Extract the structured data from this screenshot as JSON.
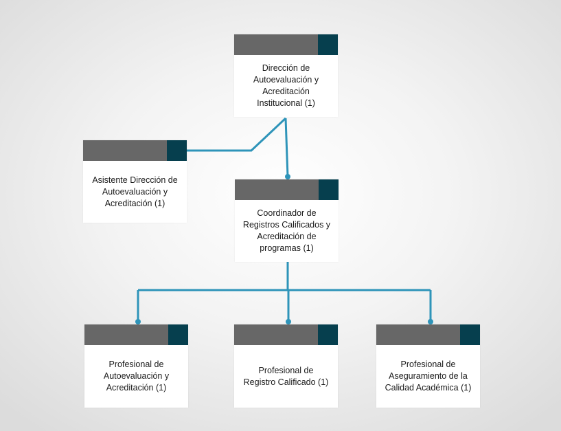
{
  "colors": {
    "header_gray": "#676767",
    "header_accent": "#063f4e",
    "connector": "#2e94b9",
    "node_fill": "#ffffff"
  },
  "org_chart": {
    "director": {
      "label": "Dirección de\nAutoevaluación y\nAcreditación\nInstitucional (1)"
    },
    "assistant": {
      "label": "Asistente Dirección de\nAutoevaluación y\nAcreditación (1)"
    },
    "coordinator": {
      "label": "Coordinador de\nRegistros Calificados y\nAcreditación de\nprogramas (1)"
    },
    "professionals": [
      {
        "label": "Profesional de\nAutoevaluación y\nAcreditación (1)"
      },
      {
        "label": "Profesional de\nRegistro Calificado (1)"
      },
      {
        "label": "Profesional de\nAseguramiento de la\nCalidad Académica (1)"
      }
    ]
  }
}
